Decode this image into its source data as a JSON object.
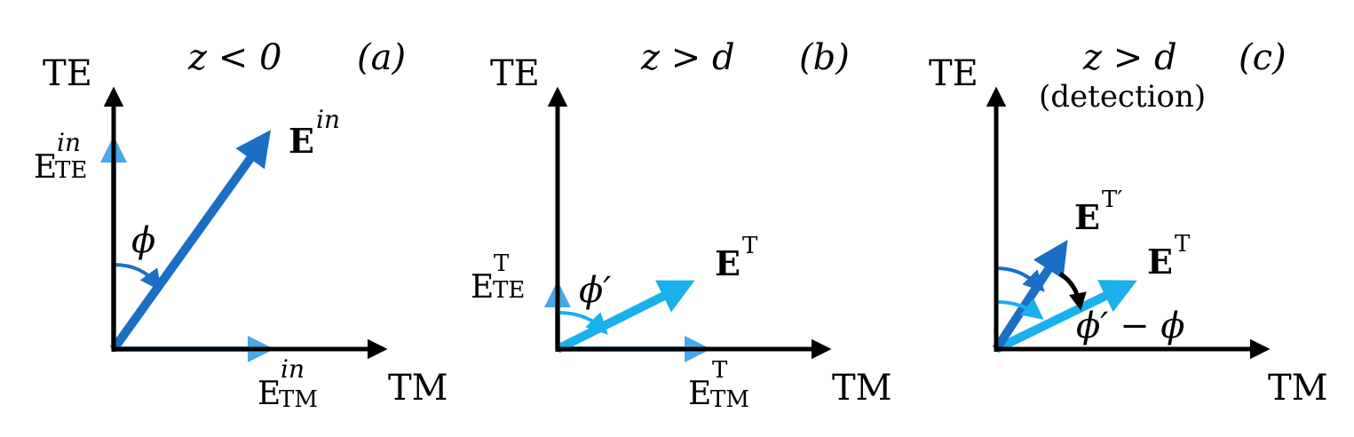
{
  "colors": {
    "axis": "#000000",
    "vector_dark": "#1a6fc4",
    "vector_light": "#1ab0ec",
    "component": "#4aa8e8",
    "angle_arrow": "#000000"
  },
  "panels": [
    {
      "id": "a",
      "panel_label": "(a)",
      "condition": "z < 0",
      "condition_note": "",
      "y_axis_label": "TE",
      "x_axis_label": "TM",
      "te_component": {
        "base": "E",
        "sup": "in",
        "sub": "TE"
      },
      "tm_component": {
        "base": "E",
        "sup": "in",
        "sub": "TM"
      },
      "vector": {
        "base": "E",
        "sup": "in"
      },
      "angle_label": "ϕ"
    },
    {
      "id": "b",
      "panel_label": "(b)",
      "condition": "z > d",
      "condition_note": "",
      "y_axis_label": "TE",
      "x_axis_label": "TM",
      "te_component": {
        "base": "E",
        "sup": "T",
        "sub": "TE"
      },
      "tm_component": {
        "base": "E",
        "sup": "T",
        "sub": "TM"
      },
      "vector": {
        "base": "E",
        "sup": "T"
      },
      "angle_label": "ϕ′"
    },
    {
      "id": "c",
      "panel_label": "(c)",
      "condition": "z > d",
      "condition_note": "(detection)",
      "y_axis_label": "TE",
      "x_axis_label": "TM",
      "vector_rotated": {
        "base": "E",
        "sup": "T′"
      },
      "vector": {
        "base": "E",
        "sup": "T"
      },
      "angle_label": "ϕ′ − ϕ"
    }
  ]
}
